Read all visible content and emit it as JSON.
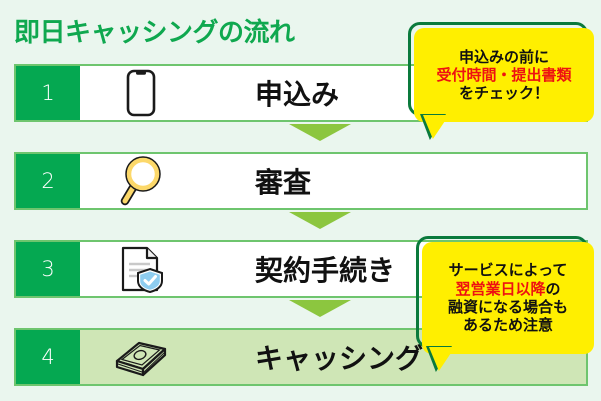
{
  "page": {
    "title": "即日キャッシングの流れ",
    "background_color": "#eaf6ee",
    "accent_green": "#05a851",
    "title_green": "#0fa84f",
    "callout_yellow": "#ffef00",
    "callout_border_green": "#0a7a3c",
    "callout_red": "#ee1111",
    "row_border_green": "#6ec56e",
    "arrow_green": "#8cc63f",
    "filled_row_green": "#cfe6b6"
  },
  "steps": [
    {
      "number": "1",
      "label": "申込み",
      "icon": "smartphone-icon",
      "filled": false
    },
    {
      "number": "2",
      "label": "審査",
      "icon": "magnifier-icon",
      "filled": false
    },
    {
      "number": "3",
      "label": "契約手続き",
      "icon": "document-shield-icon",
      "filled": false
    },
    {
      "number": "4",
      "label": "キャッシング",
      "icon": "cash-stack-icon",
      "filled": true
    }
  ],
  "arrows": [
    {
      "name": "arrow-step1-to-step2"
    },
    {
      "name": "arrow-step2-to-step3"
    },
    {
      "name": "arrow-step3-to-step4"
    }
  ],
  "callouts": [
    {
      "name": "callout-application-notice",
      "lines": [
        {
          "text": "申込みの前に",
          "color": "black"
        },
        {
          "text": "受付時間・提出書類",
          "color": "red"
        },
        {
          "text": "をチェック！",
          "color": "black"
        }
      ]
    },
    {
      "name": "callout-funding-notice",
      "lines": [
        {
          "text": "サービスによって",
          "color": "black"
        },
        {
          "text": "翌営業日以降",
          "color": "red",
          "suffix": "の"
        },
        {
          "text": "融資になる場合も",
          "color": "black"
        },
        {
          "text": "あるため注意",
          "color": "black"
        }
      ]
    }
  ]
}
